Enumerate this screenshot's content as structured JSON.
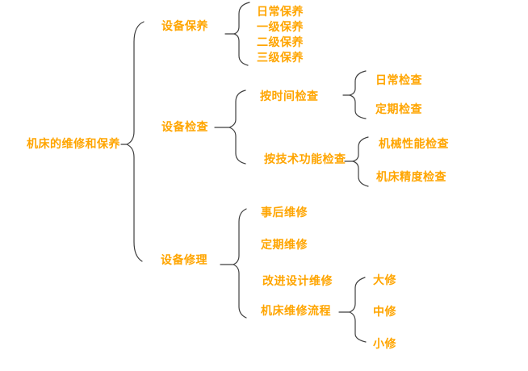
{
  "colors": {
    "label_text": "#FFA500",
    "brace_line": "#3F3F3F",
    "background": "#FFFFFF"
  },
  "tree": {
    "root": "机床的维修和保养",
    "branches": [
      {
        "label": "设备保养",
        "children": [
          {
            "label": "日常保养"
          },
          {
            "label": "一级保养"
          },
          {
            "label": "二级保养"
          },
          {
            "label": "三级保养"
          }
        ]
      },
      {
        "label": "设备检查",
        "children": [
          {
            "label": "按时间检查",
            "children": [
              {
                "label": "日常检查"
              },
              {
                "label": "定期检查"
              }
            ]
          },
          {
            "label": "按技术功能检查",
            "children": [
              {
                "label": "机械性能检查"
              },
              {
                "label": "机床精度检查"
              }
            ]
          }
        ]
      },
      {
        "label": "设备修理",
        "children": [
          {
            "label": "事后维修"
          },
          {
            "label": "定期维修"
          },
          {
            "label": "改进设计维修"
          },
          {
            "label": "机床维修流程",
            "children": [
              {
                "label": "大修"
              },
              {
                "label": "中修"
              },
              {
                "label": "小修"
              }
            ]
          }
        ]
      }
    ]
  }
}
